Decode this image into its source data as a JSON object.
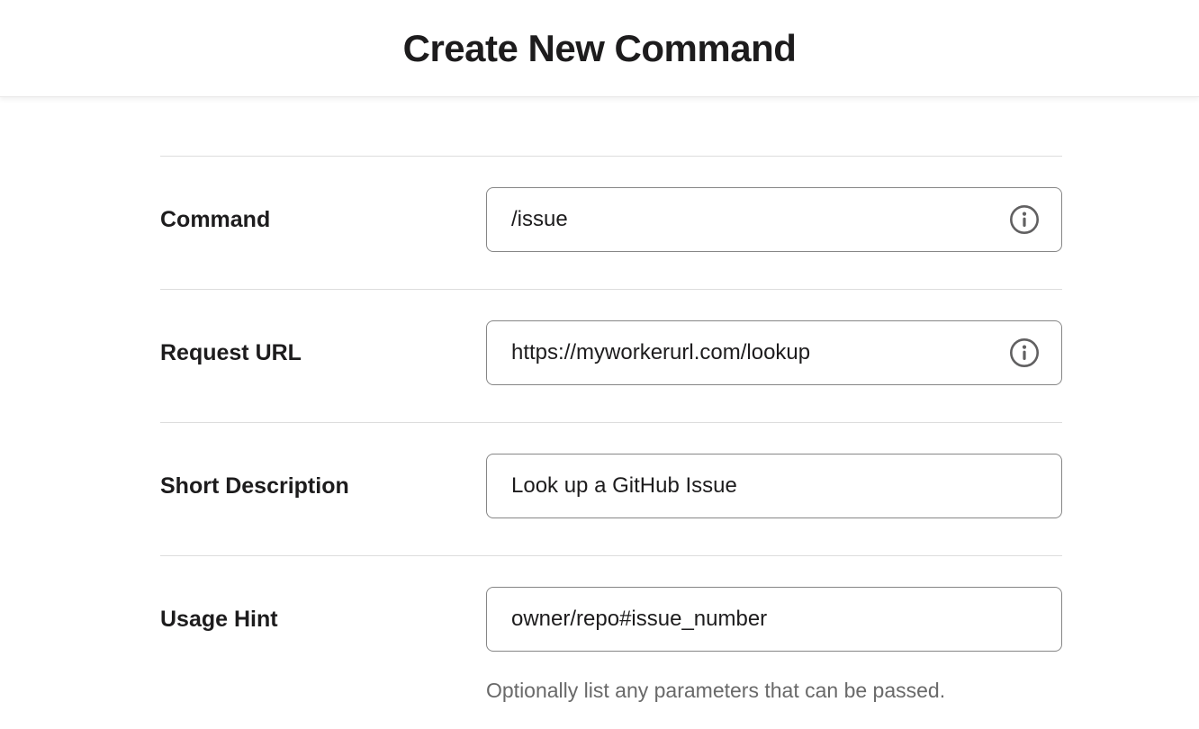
{
  "header": {
    "title": "Create New Command"
  },
  "form": {
    "rows": [
      {
        "label": "Command",
        "value": "/issue",
        "info_icon": "info-icon"
      },
      {
        "label": "Request URL",
        "value": "https://myworkerurl.com/lookup",
        "info_icon": "info-icon"
      },
      {
        "label": "Short Description",
        "value": "Look up a GitHub Issue"
      },
      {
        "label": "Usage Hint",
        "value": "owner/repo#issue_number",
        "helper": "Optionally list any parameters that can be passed."
      }
    ]
  },
  "colors": {
    "text_primary": "#1d1c1d",
    "input_border": "#868686",
    "divider": "#dddddd",
    "icon": "#616061",
    "helper_text": "#696969",
    "header_border": "#e9e8e8"
  }
}
